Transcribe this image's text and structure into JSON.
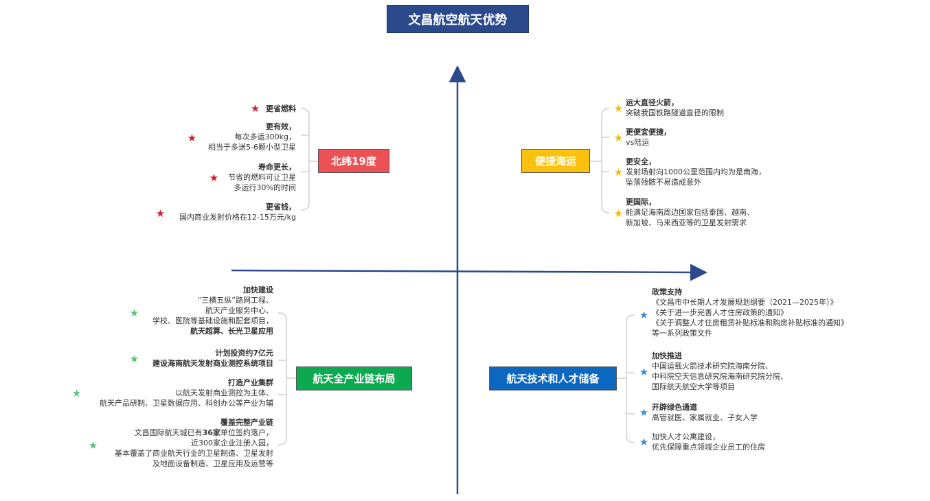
{
  "title": "文昌航空航天优势",
  "quadrants": {
    "nw": {
      "label": "北纬19度",
      "items": [
        {
          "lines": [
            "更省燃料"
          ]
        },
        {
          "lines": [
            "更有效，",
            "每次多运300kg，",
            "相当于多送5-6颗小型卫星"
          ]
        },
        {
          "lines": [
            "寿命更长，",
            "节省的燃料可让卫星",
            "多运行30%的时间"
          ]
        },
        {
          "lines": [
            "更省钱，",
            "国内商业发射价格在12-15万元/kg"
          ]
        }
      ]
    },
    "ne": {
      "label": "便捷海运",
      "items": [
        {
          "lines": [
            "运大直径火箭，",
            "突破我国铁路隧道直径的限制"
          ]
        },
        {
          "lines": [
            "更便宜便捷，",
            "vs陆运"
          ]
        },
        {
          "lines": [
            "更安全，",
            "发射场射向1000公里范围内均为是南海，",
            "坠落残骸不易造成意外"
          ]
        },
        {
          "lines": [
            "更国际，",
            "能满足海南周边国家包括泰国、越南、",
            "新加坡、马来西亚等的卫星发射需求"
          ]
        }
      ]
    },
    "sw": {
      "label": "航天全产业链布局",
      "items": [
        {
          "lines": [
            "加快建设",
            "“三横五纵”路网工程、",
            "航天产业服务中心、",
            "学校、医院等基础设施和配套项目，",
            "航天超算、长光卫星应用"
          ]
        },
        {
          "lines": [
            "计划投资约7亿元",
            "建设海南航天发射商业测控系统项目"
          ]
        },
        {
          "lines": [
            "打造产业集群",
            "以航天发射商业测控为主体、",
            "航天产品研制、卫星数据应用、科创办公等产业为辅"
          ]
        },
        {
          "lines": [
            "覆盖完整产业链",
            "文昌国际航天城已有",
            "36家",
            "单位签约落户，",
            "近300家企业注册入园，",
            "基本覆盖了商业航天行业的卫星制造、卫星发射",
            "及地面设备制造、卫星应用及运营等"
          ]
        }
      ]
    },
    "se": {
      "label": "航天技术和人才储备",
      "items": [
        {
          "lines": [
            "政策支持",
            "《文昌市中长期人才发展规划纲要（2021—2025年）》",
            "《关于进一步完善人才住房政策的通知》",
            "《关于调整人才住房租赁补贴标准和购房补贴标准的通知》",
            "等一系列政策文件"
          ]
        },
        {
          "lines": [
            "加快推进",
            "中国运载火箭技术研究院海南分院、",
            "中科院空天信息研究院海南研究院分院、",
            "国际航天航空大学等项目"
          ]
        },
        {
          "lines": [
            "开辟绿色通道",
            "高管就医、家属就业、子女入学"
          ]
        },
        {
          "lines": [
            "加快人才公寓建设，",
            "优先保障重点领域企业员工的住房"
          ]
        }
      ]
    }
  },
  "colors": {
    "axis": "#2a4a8c",
    "title_bg": "#2a4a8c",
    "nw": "#ec5155",
    "ne": "#fbc10f",
    "sw": "#0ca951",
    "se": "#0b67bf"
  },
  "icons": {
    "nw": "star-icon",
    "ne": "star-icon",
    "sw": "star-icon",
    "se": "star-icon"
  }
}
